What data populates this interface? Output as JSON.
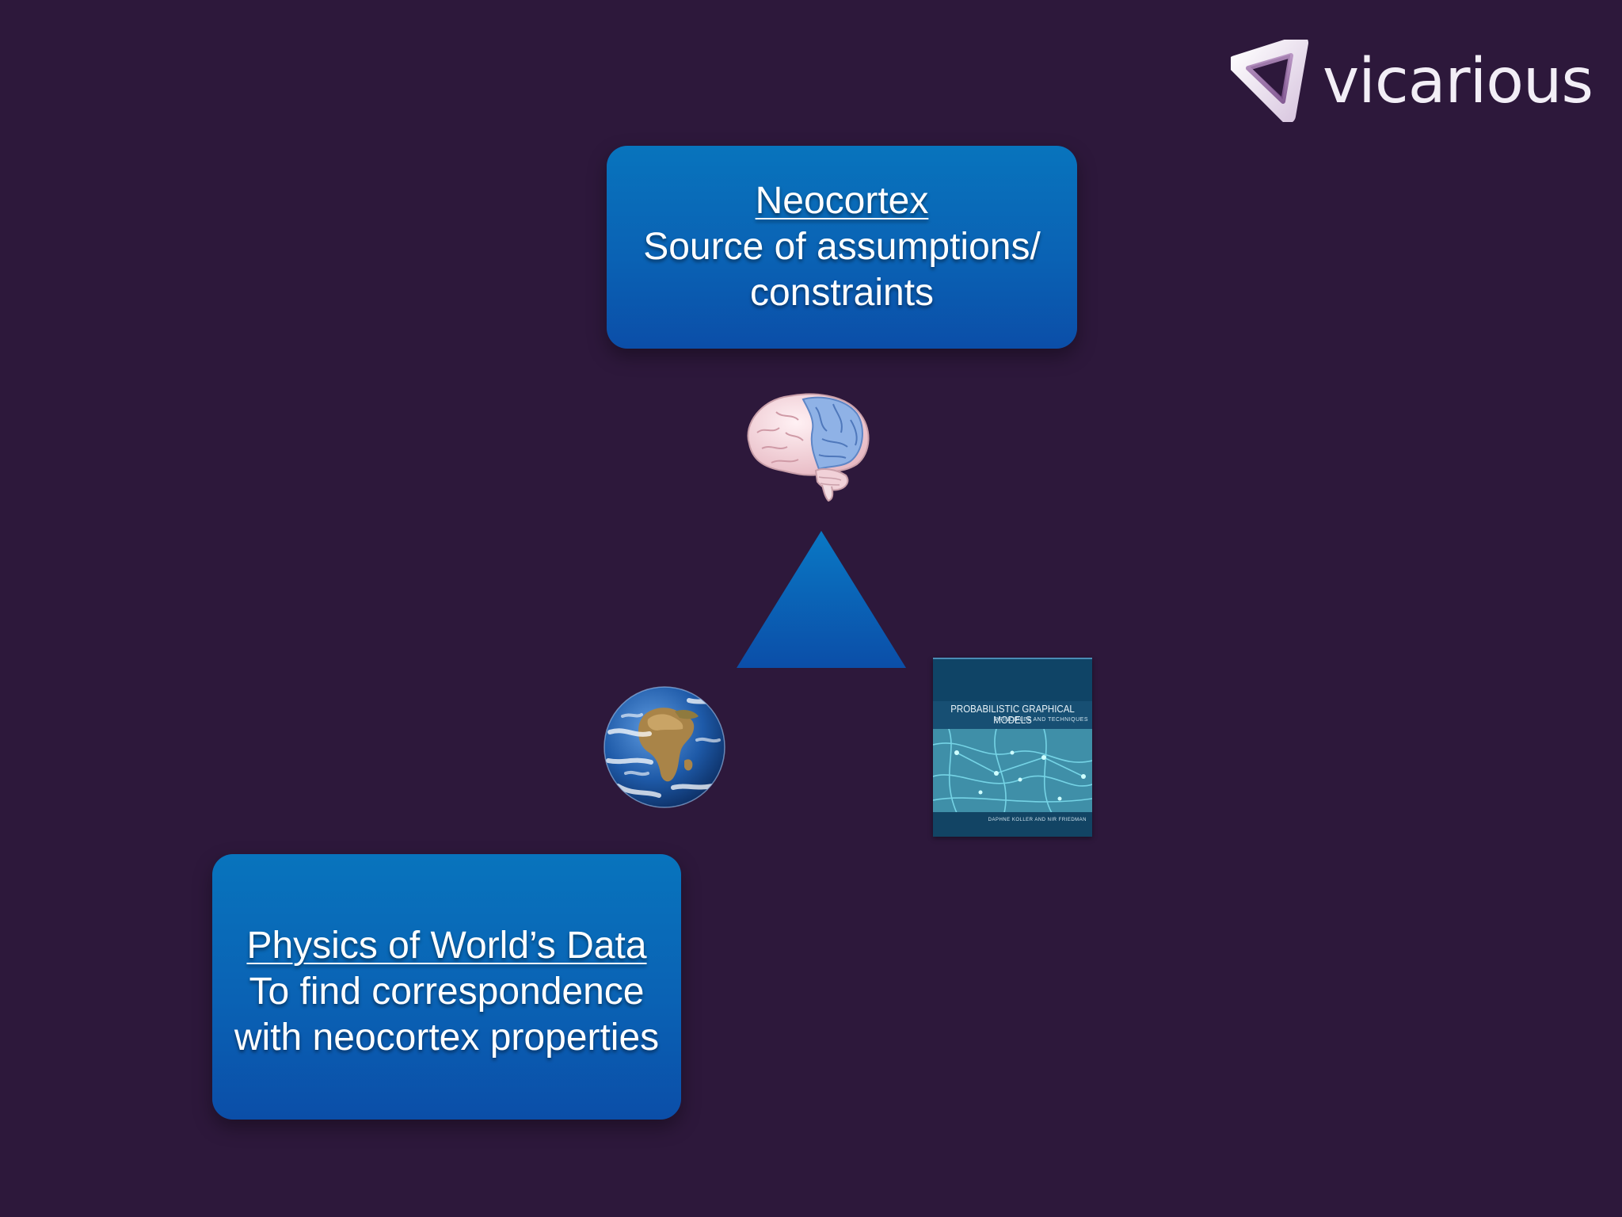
{
  "logo": {
    "text": "vicarious",
    "icon": "vicarious-triangle-logo-icon"
  },
  "top_box": {
    "title": "Neocortex",
    "line1": "Source of assumptions/",
    "line2": "constraints"
  },
  "bottom_box": {
    "title": "Physics of World’s Data",
    "line1": "To find correspondence",
    "line2": "with neocortex properties"
  },
  "book": {
    "title": "PROBABILISTIC GRAPHICAL MODELS",
    "subtitle": "PRINCIPLES AND TECHNIQUES",
    "authors": "DAPHNE KOLLER AND NIR FRIEDMAN"
  },
  "icons": {
    "brain": "brain-icon",
    "earth": "earth-globe-icon",
    "triangle": "triangle-shape"
  },
  "colors": {
    "background": "#2d183b",
    "box": "#0a62b4",
    "triangle": "#0b5cb0",
    "text": "#ffffff"
  }
}
